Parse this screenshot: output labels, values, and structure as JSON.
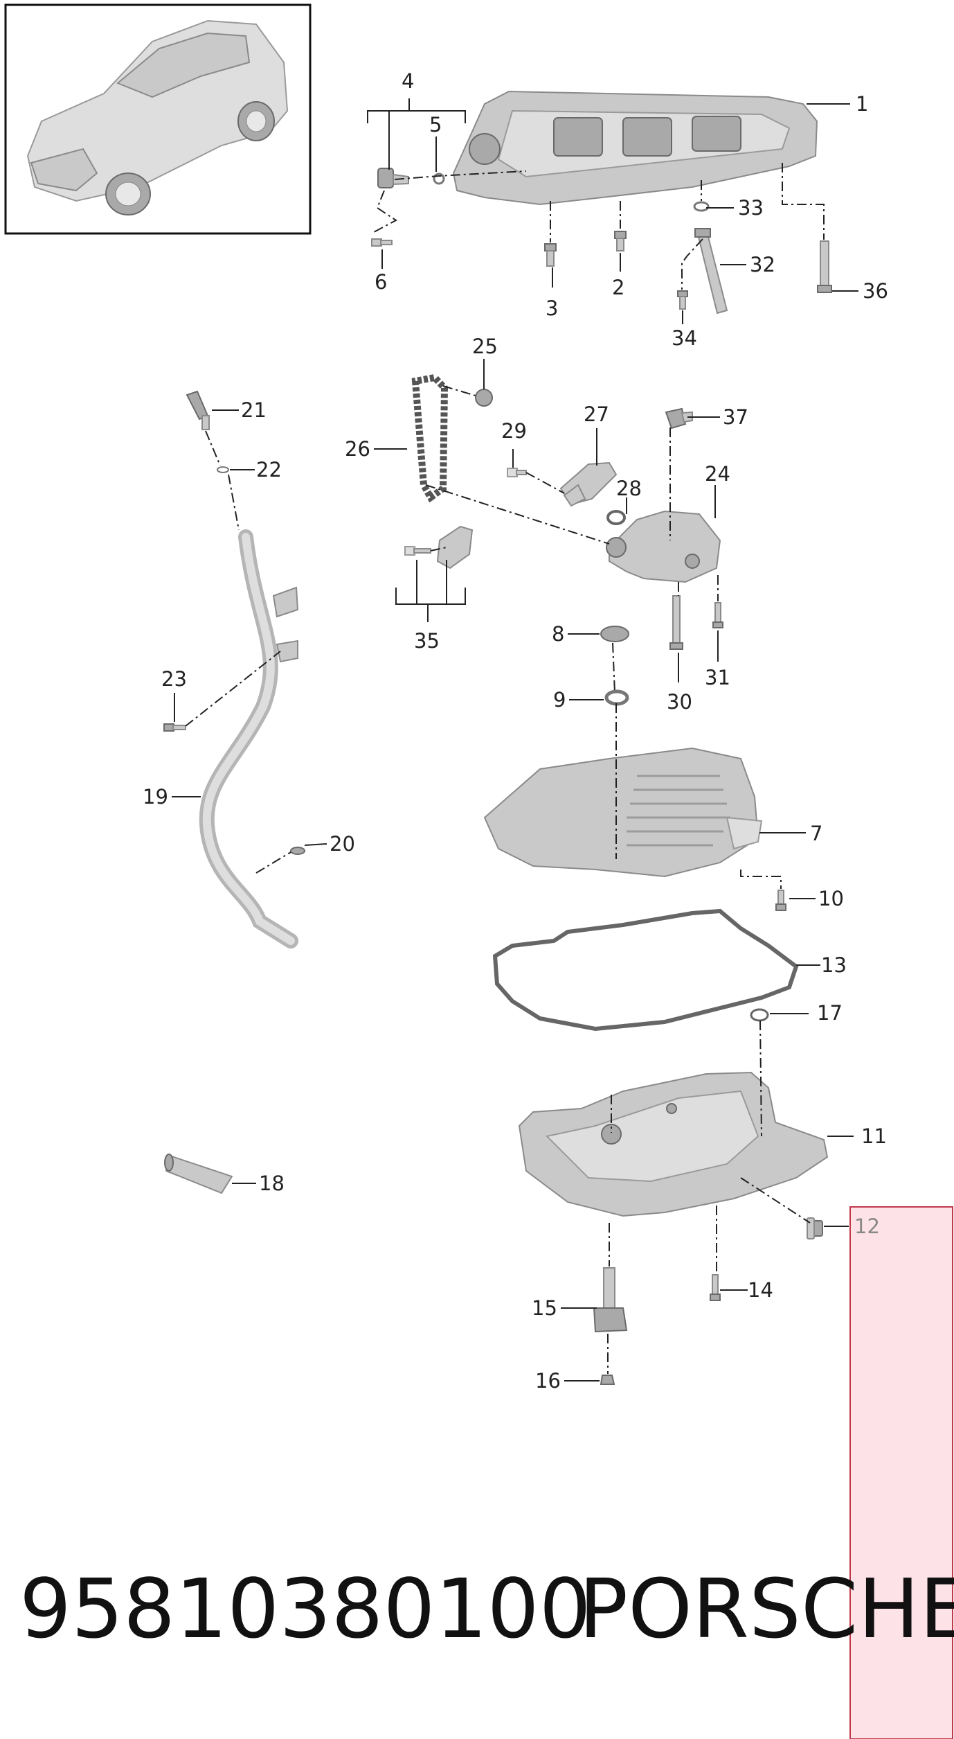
{
  "diagram": {
    "callouts": [
      "1",
      "2",
      "3",
      "4",
      "5",
      "6",
      "7",
      "8",
      "9",
      "10",
      "11",
      "12",
      "13",
      "14",
      "15",
      "16",
      "17",
      "18",
      "19",
      "20",
      "21",
      "22",
      "23",
      "24",
      "25",
      "26",
      "27",
      "28",
      "29",
      "30",
      "31",
      "32",
      "33",
      "34",
      "35",
      "36",
      "37"
    ],
    "caption": {
      "part_number": "95810380100",
      "brand": "PORSCHE"
    },
    "colors": {
      "part_fill": "#c9c9c9",
      "part_stroke": "#8a8a8a",
      "highlight": "#fde3e8",
      "highlight_border": "#c0394b",
      "callout_12": "#888888"
    }
  }
}
